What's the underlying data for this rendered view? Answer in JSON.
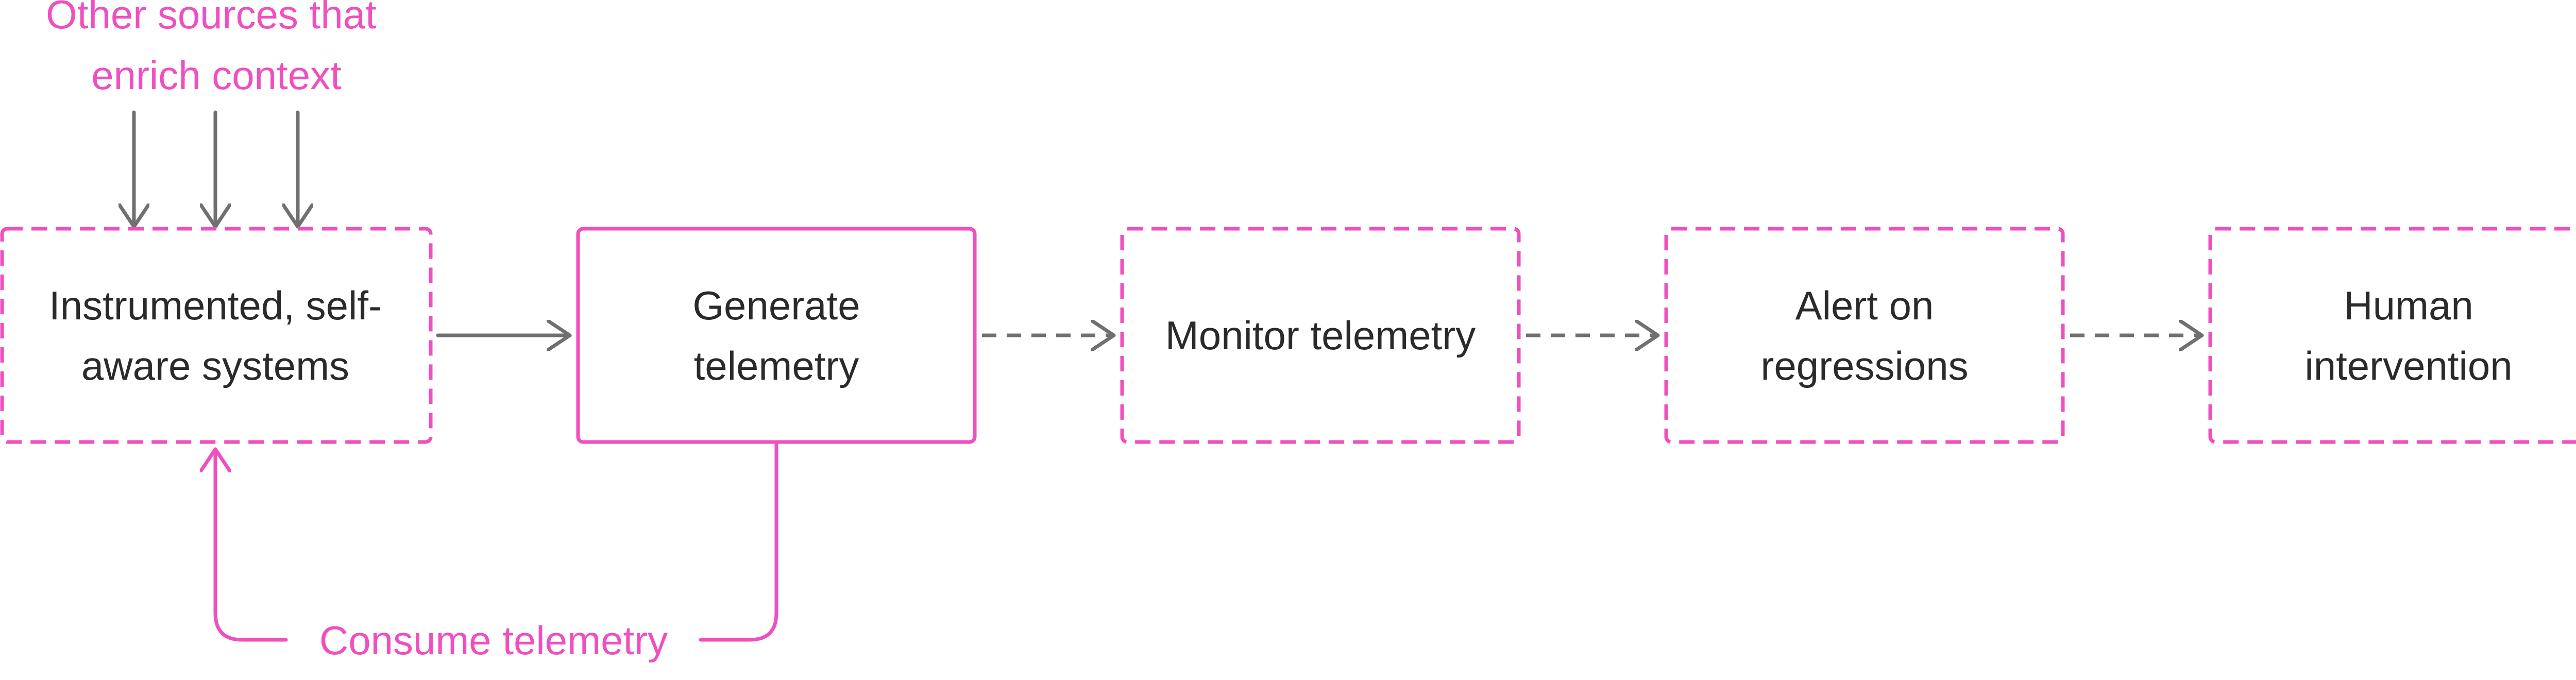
{
  "colors": {
    "accent": "#ef4fbf",
    "text": "#2a2a2a",
    "arrow": "#707070",
    "background": "#ffffff"
  },
  "annotations": {
    "enrich_line1": "Other sources that",
    "enrich_line2": "enrich context",
    "consume": "Consume telemetry"
  },
  "nodes": [
    {
      "id": "instrumented",
      "border": "dashed",
      "lines": [
        "Instrumented, self-",
        "aware systems"
      ]
    },
    {
      "id": "generate",
      "border": "solid",
      "lines": [
        "Generate",
        "telemetry"
      ]
    },
    {
      "id": "monitor",
      "border": "dashed",
      "lines": [
        "Monitor telemetry"
      ]
    },
    {
      "id": "alert",
      "border": "dashed",
      "lines": [
        "Alert on",
        "regressions"
      ]
    },
    {
      "id": "human",
      "border": "dashed",
      "lines": [
        "Human",
        "intervention"
      ]
    }
  ],
  "connections": [
    {
      "from": "instrumented",
      "to": "generate",
      "style": "solid"
    },
    {
      "from": "generate",
      "to": "monitor",
      "style": "dashed"
    },
    {
      "from": "monitor",
      "to": "alert",
      "style": "dashed"
    },
    {
      "from": "alert",
      "to": "human",
      "style": "dashed"
    },
    {
      "from": "generate",
      "to": "instrumented",
      "style": "feedback"
    }
  ]
}
